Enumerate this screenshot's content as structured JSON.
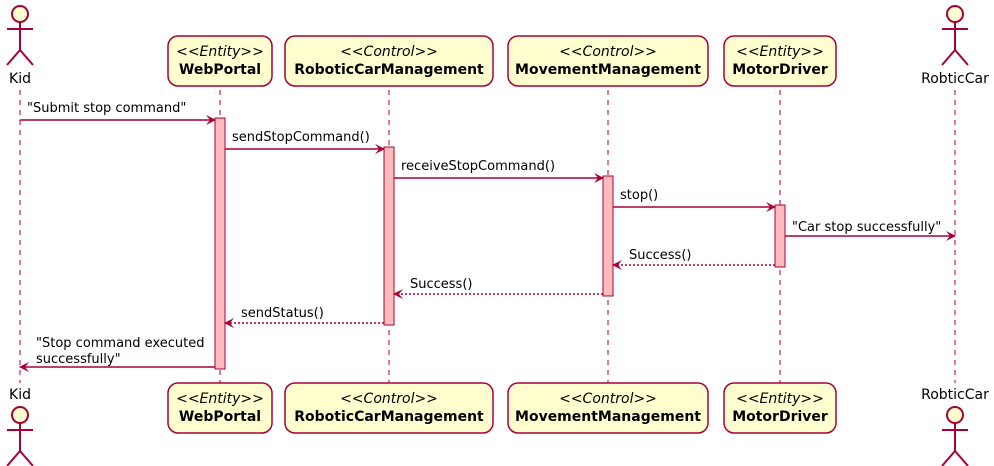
{
  "participants": [
    {
      "id": "kid",
      "kind": "actor",
      "name": "Kid"
    },
    {
      "id": "webportal",
      "kind": "box",
      "stereotype": "<<Entity>>",
      "name": "WebPortal"
    },
    {
      "id": "roboticcarmanagement",
      "kind": "box",
      "stereotype": "<<Control>>",
      "name": "RoboticCarManagement"
    },
    {
      "id": "movementmanagement",
      "kind": "box",
      "stereotype": "<<Control>>",
      "name": "MovementManagement"
    },
    {
      "id": "motordriver",
      "kind": "box",
      "stereotype": "<<Entity>>",
      "name": "MotorDriver"
    },
    {
      "id": "robticcar",
      "kind": "actor",
      "name": "RobticCar"
    }
  ],
  "messages": [
    {
      "from": "kid",
      "to": "webportal",
      "label": [
        "\"Submit stop command\""
      ],
      "style": "solid"
    },
    {
      "from": "webportal",
      "to": "roboticcarmanagement",
      "label": [
        "sendStopCommand()"
      ],
      "style": "solid"
    },
    {
      "from": "roboticcarmanagement",
      "to": "movementmanagement",
      "label": [
        "receiveStopCommand()"
      ],
      "style": "solid"
    },
    {
      "from": "movementmanagement",
      "to": "motordriver",
      "label": [
        "stop()"
      ],
      "style": "solid"
    },
    {
      "from": "motordriver",
      "to": "robticcar",
      "label": [
        "\"Car stop successfully\""
      ],
      "style": "solid"
    },
    {
      "from": "motordriver",
      "to": "movementmanagement",
      "label": [
        "Success()"
      ],
      "style": "dotted"
    },
    {
      "from": "movementmanagement",
      "to": "roboticcarmanagement",
      "label": [
        "Success()"
      ],
      "style": "dotted"
    },
    {
      "from": "roboticcarmanagement",
      "to": "webportal",
      "label": [
        "sendStatus()"
      ],
      "style": "dotted"
    },
    {
      "from": "webportal",
      "to": "kid",
      "label": [
        "\"Stop command executed",
        "successfully\""
      ],
      "style": "solid"
    }
  ],
  "colors": {
    "border": "#a80036",
    "participant_fill": "#fefece",
    "activation_fill": "#ffbcbc"
  }
}
